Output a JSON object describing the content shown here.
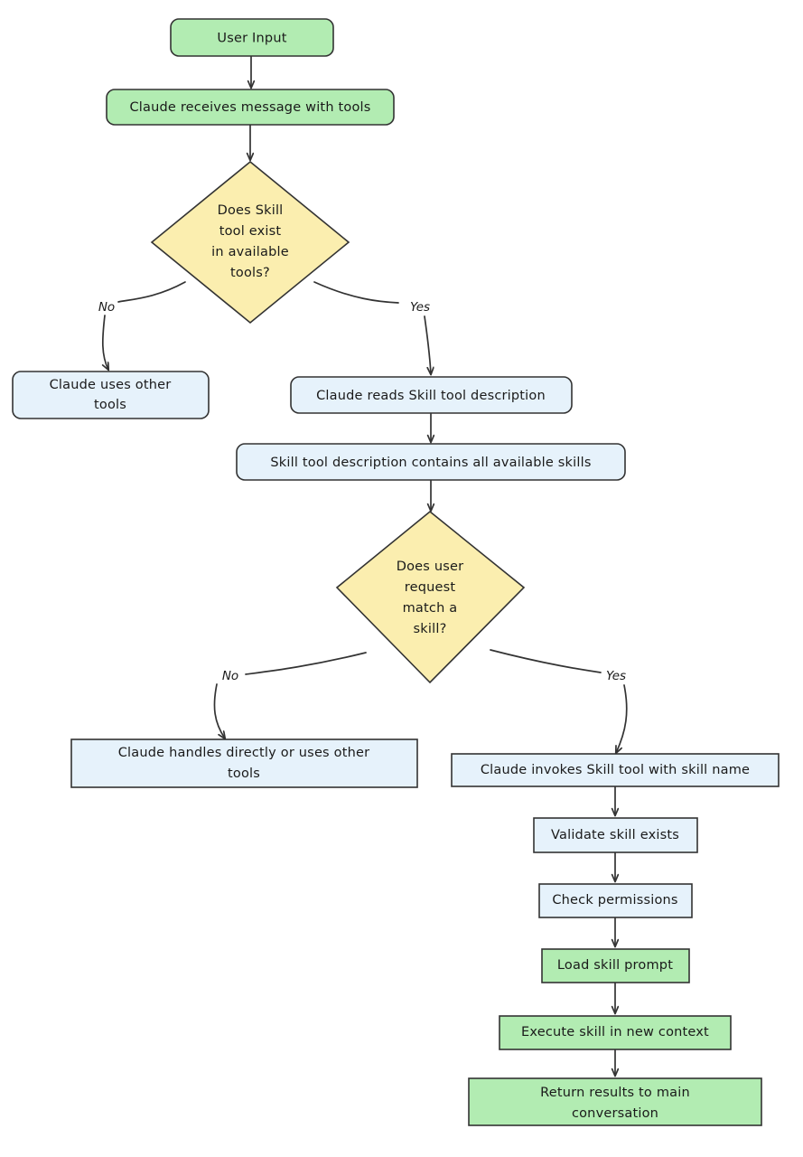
{
  "diagram": {
    "title": "Claude Skill tool invocation flowchart",
    "background_color": "#ffffff",
    "palette": {
      "green_fill": "#b2ecb2",
      "yellow_fill": "#fbeeaf",
      "blue_fill": "#e6f2fb",
      "border": "#333333",
      "text": "#1a1a1a"
    },
    "nodes": [
      {
        "id": "user-input",
        "label": "User Input",
        "shape": "rounded-rect",
        "color": "green",
        "lines": [
          "User Input"
        ]
      },
      {
        "id": "claude-receives",
        "label": "Claude receives message with tools",
        "shape": "rounded-rect",
        "color": "green",
        "lines": [
          "Claude receives message with tools"
        ]
      },
      {
        "id": "skill-tool-exists",
        "label": "Does Skill tool exist in available tools?",
        "shape": "diamond",
        "color": "yellow",
        "lines": [
          "Does Skill",
          "tool exist",
          "in available",
          "tools?"
        ]
      },
      {
        "id": "claude-uses-other-tools",
        "label": "Claude uses other tools",
        "shape": "rounded-rect",
        "color": "blue",
        "lines": [
          "Claude uses other",
          "tools"
        ]
      },
      {
        "id": "claude-reads-description",
        "label": "Claude reads Skill tool description",
        "shape": "rounded-rect",
        "color": "blue",
        "lines": [
          "Claude reads Skill tool description"
        ]
      },
      {
        "id": "description-contains-skills",
        "label": "Skill tool description contains all available skills",
        "shape": "rounded-rect",
        "color": "blue",
        "lines": [
          "Skill tool description contains all available skills"
        ]
      },
      {
        "id": "request-match-skill",
        "label": "Does user request match a skill?",
        "shape": "diamond",
        "color": "yellow",
        "lines": [
          "Does user",
          "request",
          "match a",
          "skill?"
        ]
      },
      {
        "id": "handles-directly",
        "label": "Claude handles directly or uses other tools",
        "shape": "rect",
        "color": "blue",
        "lines": [
          "Claude handles directly or uses other",
          "tools"
        ]
      },
      {
        "id": "invokes-skill-tool",
        "label": "Claude invokes Skill tool with skill name",
        "shape": "rect",
        "color": "blue",
        "lines": [
          "Claude invokes Skill tool with skill name"
        ]
      },
      {
        "id": "validate-skill-exists",
        "label": "Validate skill exists",
        "shape": "rect",
        "color": "blue",
        "lines": [
          "Validate skill exists"
        ]
      },
      {
        "id": "check-permissions",
        "label": "Check permissions",
        "shape": "rect",
        "color": "blue",
        "lines": [
          "Check permissions"
        ]
      },
      {
        "id": "load-skill-prompt",
        "label": "Load skill prompt",
        "shape": "rect",
        "color": "green",
        "lines": [
          "Load skill prompt"
        ]
      },
      {
        "id": "execute-skill",
        "label": "Execute skill in new context",
        "shape": "rect",
        "color": "green",
        "lines": [
          "Execute skill in new context"
        ]
      },
      {
        "id": "return-results",
        "label": "Return results to main conversation",
        "shape": "rect",
        "color": "green",
        "lines": [
          "Return results to main",
          "conversation"
        ]
      }
    ],
    "edges": [
      {
        "id": "e1",
        "from": "user-input",
        "to": "claude-receives",
        "label": ""
      },
      {
        "id": "e2",
        "from": "claude-receives",
        "to": "skill-tool-exists",
        "label": ""
      },
      {
        "id": "e3",
        "from": "skill-tool-exists",
        "to": "claude-uses-other-tools",
        "label": "No"
      },
      {
        "id": "e4",
        "from": "skill-tool-exists",
        "to": "claude-reads-description",
        "label": "Yes"
      },
      {
        "id": "e5",
        "from": "claude-reads-description",
        "to": "description-contains-skills",
        "label": ""
      },
      {
        "id": "e6",
        "from": "description-contains-skills",
        "to": "request-match-skill",
        "label": ""
      },
      {
        "id": "e7",
        "from": "request-match-skill",
        "to": "handles-directly",
        "label": "No"
      },
      {
        "id": "e8",
        "from": "request-match-skill",
        "to": "invokes-skill-tool",
        "label": "Yes"
      },
      {
        "id": "e9",
        "from": "invokes-skill-tool",
        "to": "validate-skill-exists",
        "label": ""
      },
      {
        "id": "e10",
        "from": "validate-skill-exists",
        "to": "check-permissions",
        "label": ""
      },
      {
        "id": "e11",
        "from": "check-permissions",
        "to": "load-skill-prompt",
        "label": ""
      },
      {
        "id": "e12",
        "from": "load-skill-prompt",
        "to": "execute-skill",
        "label": ""
      },
      {
        "id": "e13",
        "from": "execute-skill",
        "to": "return-results",
        "label": ""
      }
    ]
  }
}
